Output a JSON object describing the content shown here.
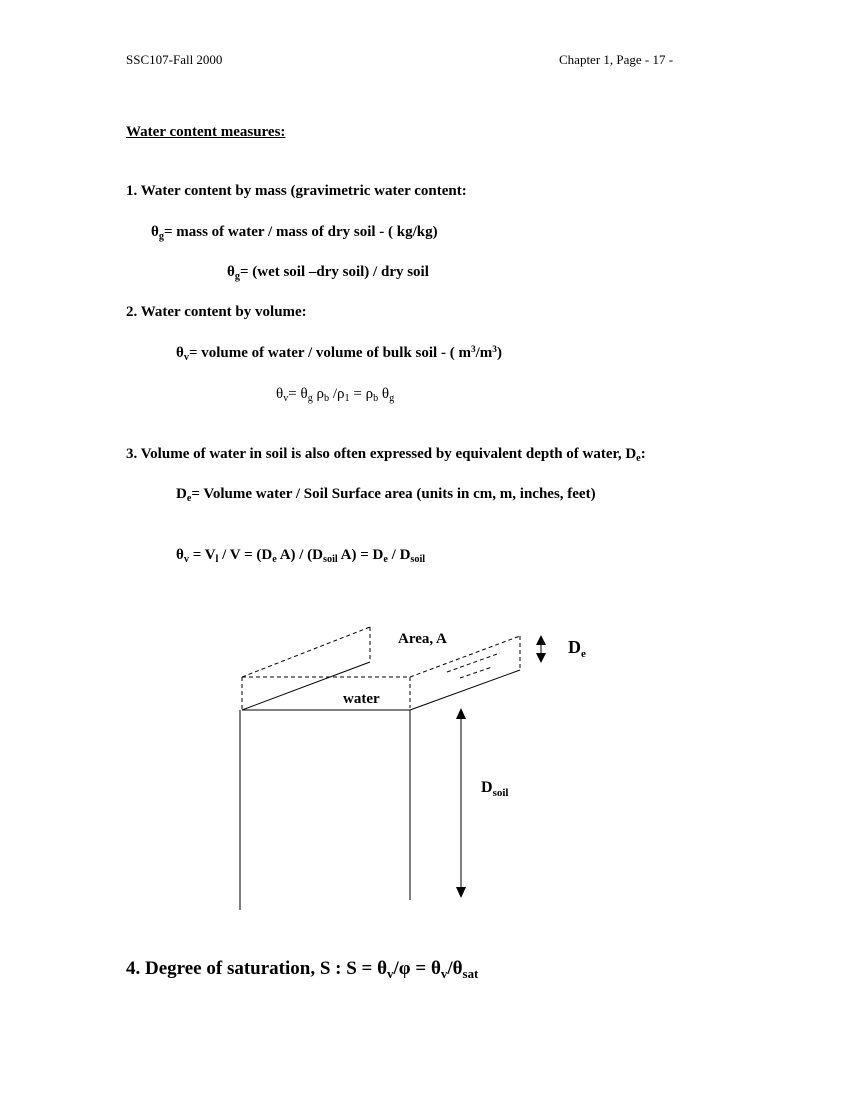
{
  "header": {
    "left": "SSC107-Fall 2000",
    "right": "Chapter 1, Page   - 17 -"
  },
  "section_title": "Water content measures:",
  "item1": {
    "heading": "1.   Water content by mass (gravimetric water content:",
    "eq1": {
      "sym": "θ",
      "sub": "g",
      "rest": "= mass of water / mass of dry soil  -   ( kg/kg)"
    },
    "eq2": {
      "sym": "θ",
      "sub": "g",
      "rest": "= (wet soil –dry soil) / dry soil"
    }
  },
  "item2": {
    "heading": "2.   Water content by volume:",
    "eq1": {
      "sym": "θ",
      "sub": "v",
      "rest": "= volume of water / volume of bulk soil  -   ( m",
      "sup1": "3",
      "mid": "/m",
      "sup2": "3",
      "end": ")"
    },
    "eq2": {
      "t1": "θ",
      "s1": "v",
      "t2": "= θ",
      "s2": "g",
      "t3": " ρ",
      "s3": "b",
      "t4": " /ρ",
      "s4": "1",
      "t5": "   = ρ",
      "s5": "b",
      "t6": " θ",
      "s6": "g"
    }
  },
  "item3": {
    "heading_a": "3. Volume of water in soil is also often expressed by equivalent depth of water, D",
    "heading_sub": "e",
    "heading_b": ":",
    "eq1": {
      "t1": "D",
      "s1": "e",
      "t2": "=  Volume water / Soil Surface area    (units in cm, m, inches, feet)"
    },
    "eq2": {
      "t1": "θ",
      "s1": "v",
      "t2": " =  V",
      "s2": "l",
      "t3": " / V = (D",
      "s3": "e",
      "t4": " A) / (D",
      "s4": "soil",
      "t5": " A) = D",
      "s5": "e",
      "t6": " / D",
      "s6": "soil"
    }
  },
  "diagram": {
    "area_label": "Area, A",
    "water_label": "water",
    "de_main": "D",
    "de_sub": "e",
    "dsoil_main": "D",
    "dsoil_sub": "soil"
  },
  "item4": {
    "t1": "4. Degree of saturation, S  :     S  = θ",
    "s1": "v",
    "t2": "/φ = θ",
    "s2": "v",
    "t3": "/θ",
    "s3": "sat"
  }
}
